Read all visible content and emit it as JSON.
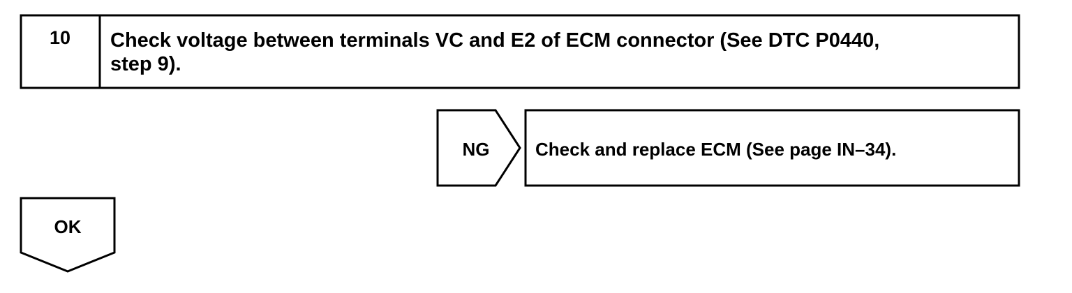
{
  "step": {
    "number": "10",
    "text_line1": "Check voltage between terminals VC and E2 of ECM connector (See DTC P0440,",
    "text_line2": "step 9)."
  },
  "ng_branch": {
    "label": "NG",
    "action": "Check and replace ECM (See page IN–34)."
  },
  "ok_branch": {
    "label": "OK"
  }
}
